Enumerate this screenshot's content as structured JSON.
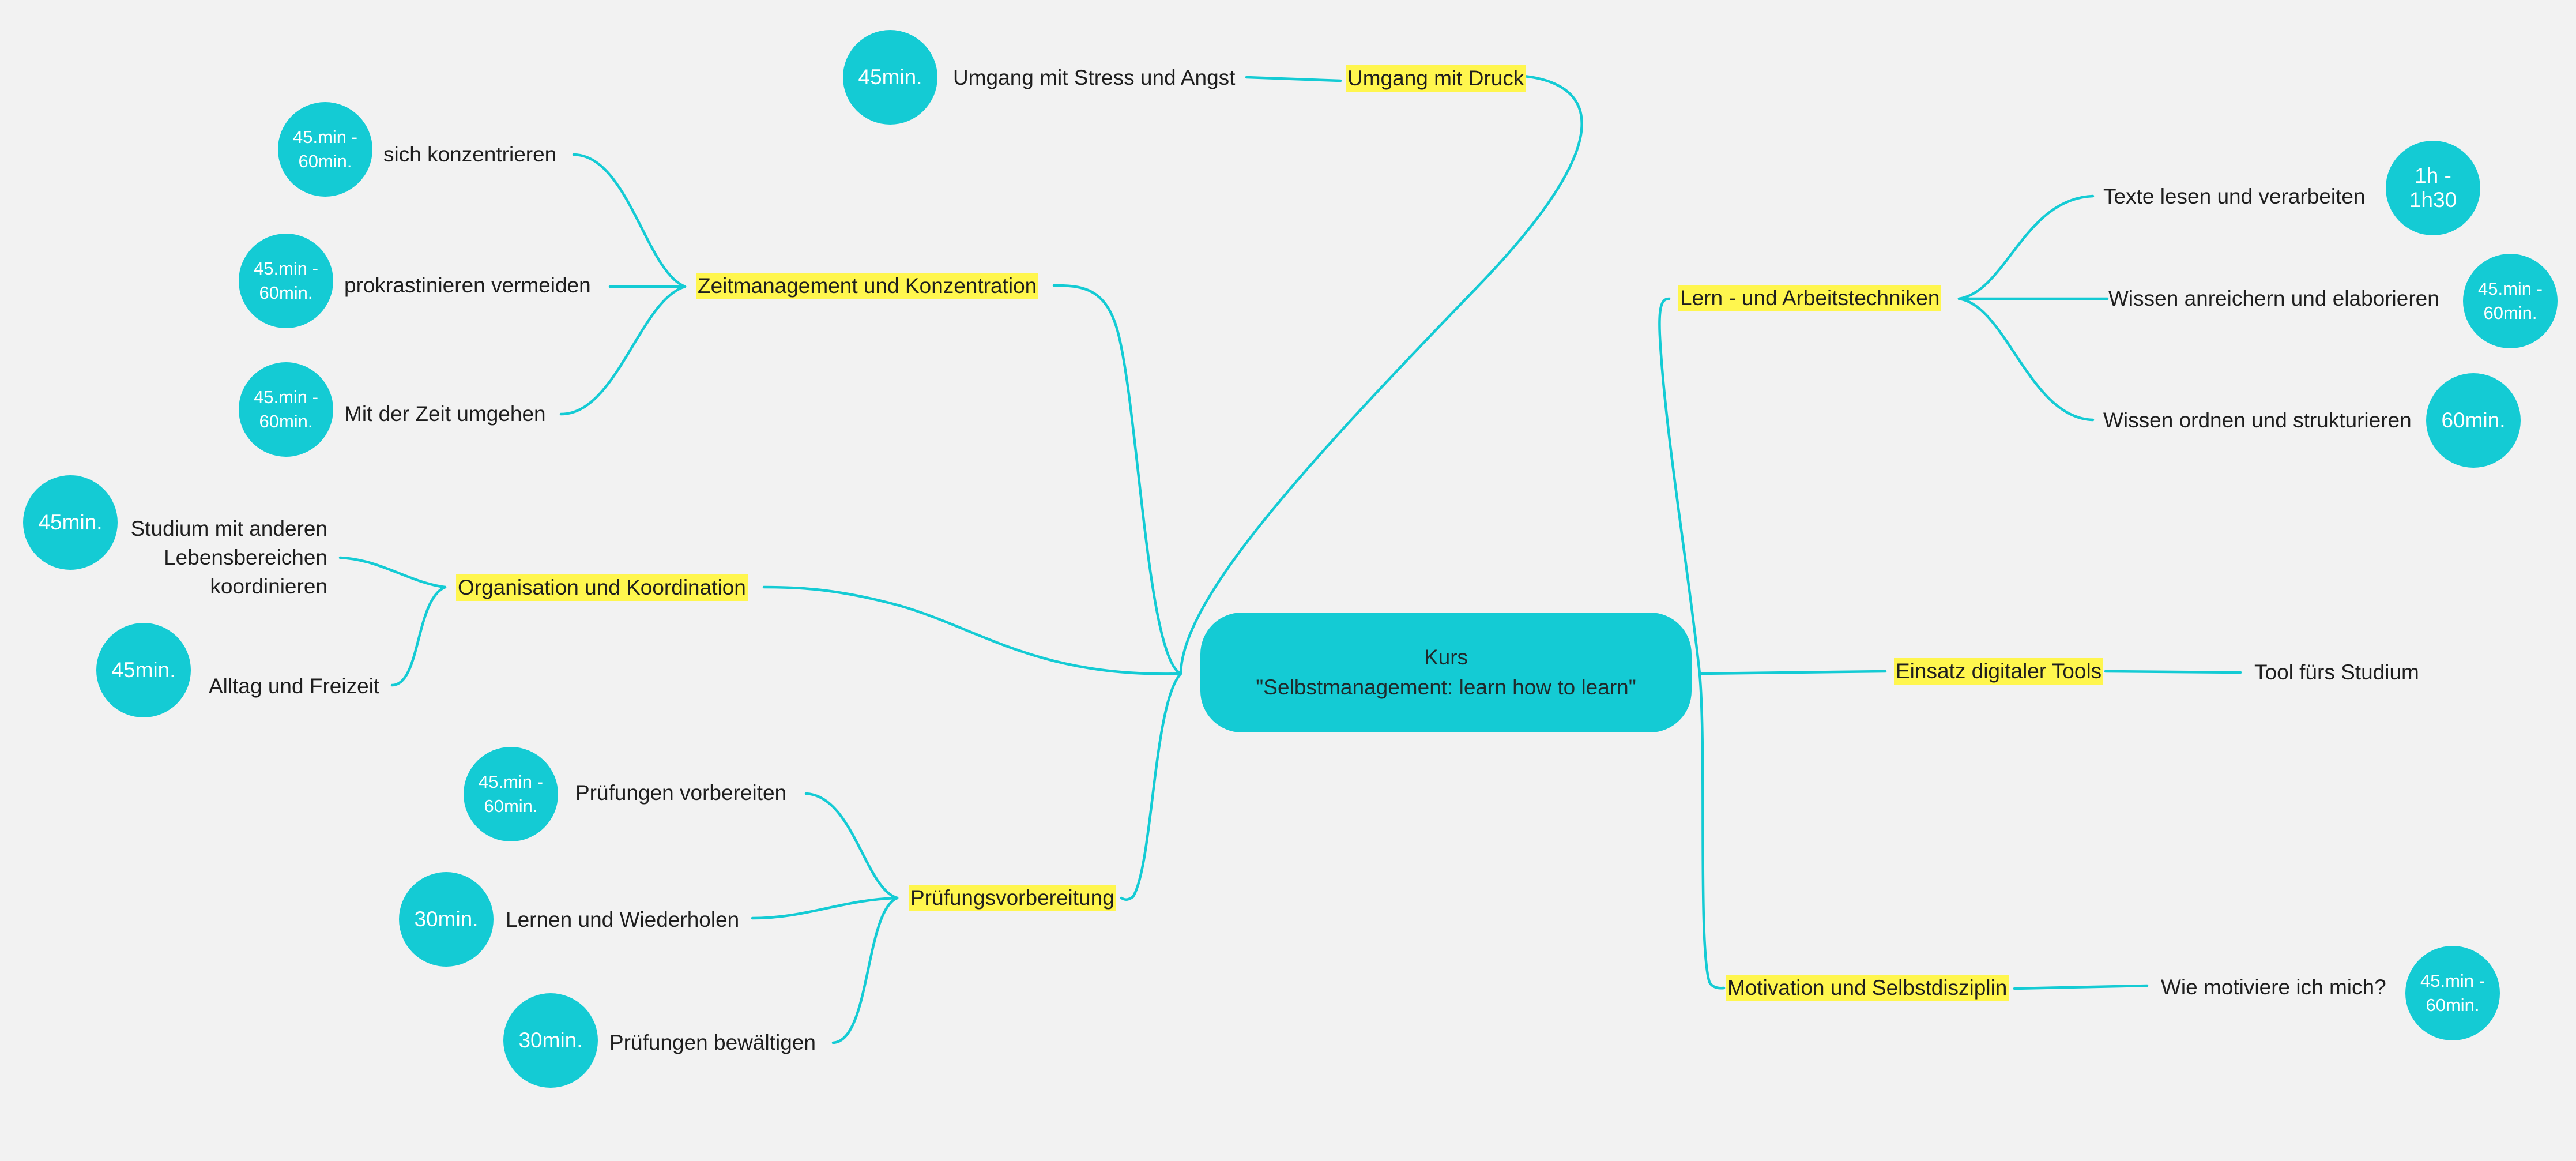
{
  "central": {
    "line1": "Kurs",
    "line2": "\"Selbstmanagement: learn how to learn\""
  },
  "topics": {
    "umgang_druck": "Umgang mit Druck",
    "zeitmanagement": "Zeitmanagement und Konzentration",
    "organisation": "Organisation und Koordination",
    "pruefungsvorbereitung": "Prüfungsvorbereitung",
    "lern_arbeitstechniken": "Lern - und Arbeitstechniken",
    "digitale_tools": "Einsatz digitaler Tools",
    "motivation": "Motivation und Selbstdisziplin"
  },
  "leaves": {
    "stress_angst": "Umgang mit Stress und Angst",
    "konzentrieren": "sich konzentrieren",
    "prokrastinieren": "prokrastinieren vermeiden",
    "zeit_umgehen": "Mit der Zeit umgehen",
    "studium_line1": "Studium mit anderen",
    "studium_line2": "Lebensbereichen",
    "studium_line3": "koordinieren",
    "alltag": "Alltag und Freizeit",
    "pruefungen_vorbereiten": "Prüfungen vorbereiten",
    "lernen_wiederholen": "Lernen und Wiederholen",
    "pruefungen_bewaeltigen": "Prüfungen bewältigen",
    "texte_lesen": "Texte lesen und verarbeiten",
    "wissen_anreichern": "Wissen anreichern und elaborieren",
    "wissen_ordnen": "Wissen ordnen und strukturieren",
    "tool_studium": "Tool fürs Studium",
    "wie_motiviere": "Wie motiviere ich mich?"
  },
  "badges": {
    "stress_angst": "45min.",
    "konzentrieren_l1": "45.min -",
    "konzentrieren_l2": "60min.",
    "prokrastinieren_l1": "45.min -",
    "prokrastinieren_l2": "60min.",
    "zeit_umgehen_l1": "45.min -",
    "zeit_umgehen_l2": "60min.",
    "studium": "45min.",
    "alltag": "45min.",
    "pruefungen_vorbereiten_l1": "45.min -",
    "pruefungen_vorbereiten_l2": "60min.",
    "lernen_wiederholen": "30min.",
    "pruefungen_bewaeltigen": "30min.",
    "texte_lesen_l1": "1h -",
    "texte_lesen_l2": "1h30",
    "wissen_anreichern_l1": "45.min -",
    "wissen_anreichern_l2": "60min.",
    "wissen_ordnen": "60min.",
    "wie_motiviere_l1": "45.min -",
    "wie_motiviere_l2": "60min."
  },
  "colors": {
    "background": "#f2f2f2",
    "accent": "#14cbd4",
    "topic_highlight": "#fff64e",
    "text": "#1e1e1e"
  }
}
